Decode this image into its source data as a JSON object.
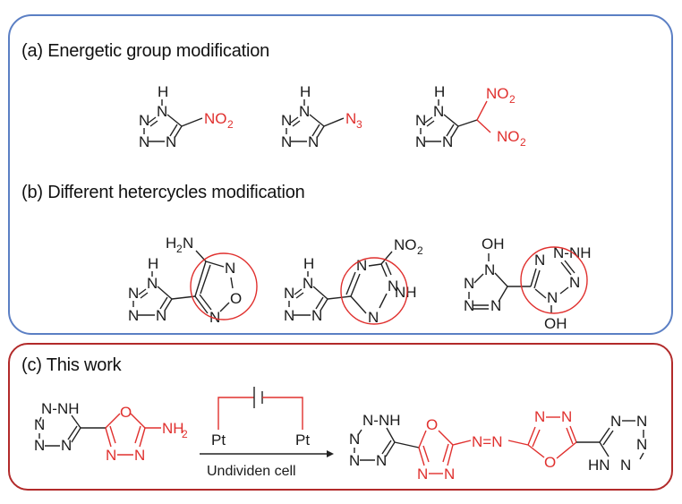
{
  "sections": {
    "a": {
      "heading": "(a) Energetic group modification"
    },
    "b": {
      "heading": "(b) Different hetercycles modification"
    },
    "c": {
      "heading": "(c) This work"
    }
  },
  "atoms": {
    "N": "N",
    "H": "H",
    "NH": "NH",
    "HN": "HN",
    "N-NH": "N-NH",
    "O": "O",
    "OH": "OH",
    "NO2": "NO",
    "NO2_sub": "2",
    "N3": "N",
    "N3_sub": "3",
    "NH2": "NH",
    "NH2_sub": "2",
    "H2N": "H",
    "H2N_sub": "2",
    "H2N_tail": "N",
    "Pt": "Pt",
    "azo": "N=N"
  },
  "reaction": {
    "condition": "Undividen cell"
  },
  "colors": {
    "panel_ab_border": "#5b7fc4",
    "panel_c_border": "#b22a2a",
    "highlight": "#e0302e",
    "text": "#1a1a1a"
  }
}
